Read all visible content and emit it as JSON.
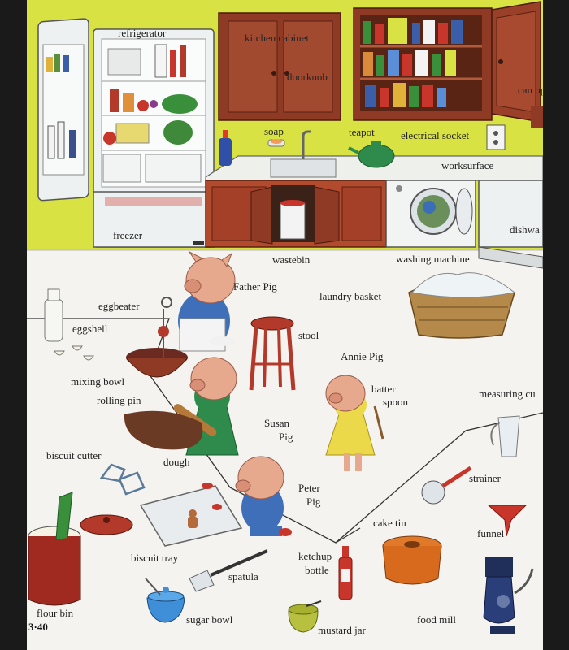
{
  "labels": {
    "refrigerator": "refrigerator",
    "kitchen_cabinet": "kitchen cabinet",
    "doorknob": "doorknob",
    "can_opener": "can opene",
    "soap": "soap",
    "teapot": "teapot",
    "electrical_socket": "electrical socket",
    "worksurface": "worksurface",
    "freezer": "freezer",
    "dishwasher": "dishwa",
    "wastebin": "wastebin",
    "washing_machine": "washing machine",
    "father_pig": "Father Pig",
    "laundry_basket": "laundry basket",
    "eggbeater": "eggbeater",
    "eggshell": "eggshell",
    "stool": "stool",
    "annie_pig": "Annie Pig",
    "mixing_bowl": "mixing bowl",
    "batter_spoon_1": "batter",
    "batter_spoon_2": "spoon",
    "measuring_cup": "measuring cu",
    "rolling_pin": "rolling pin",
    "susan_pig_1": "Susan",
    "susan_pig_2": "Pig",
    "biscuit_cutter": "biscuit cutter",
    "dough": "dough",
    "peter_pig_1": "Peter",
    "peter_pig_2": "Pig",
    "strainer": "strainer",
    "cake_tin": "cake tin",
    "funnel": "funnel",
    "biscuit_tray": "biscuit tray",
    "ketchup_bottle_1": "ketchup",
    "ketchup_bottle_2": "bottle",
    "spatula": "spatula",
    "flour_bin": "flour bin",
    "sugar_bowl": "sugar bowl",
    "mustard_jar": "mustard jar",
    "food_mill": "food mill"
  },
  "page_number": "3·40",
  "colors": {
    "wall": "#d9e243",
    "floor": "#f4f3ef",
    "cabinet": "#8e3a24",
    "cabinet_dark": "#6a2818",
    "pig": "#e7a98e",
    "pig_dark": "#c97d66",
    "blue_shirt": "#3f6fb8",
    "green_dress": "#2f8b4c",
    "yellow_dress": "#ecd94a",
    "fridge": "#eef1f1",
    "red": "#c8352a"
  }
}
